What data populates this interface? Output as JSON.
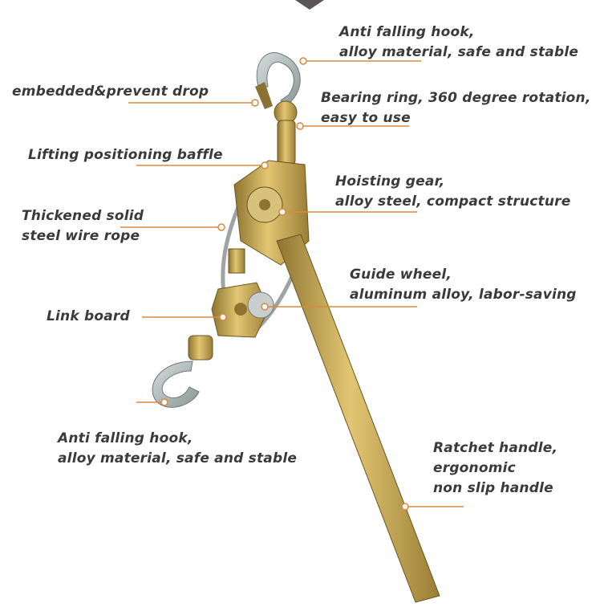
{
  "callouts": {
    "top_hook": {
      "line1": "Anti falling hook,",
      "line2": "alloy material, safe and stable"
    },
    "embedded": {
      "line1": "embedded&prevent drop"
    },
    "bearing_ring": {
      "line1": "Bearing ring, 360 degree rotation,",
      "line2": "easy to use"
    },
    "baffle": {
      "line1": "Lifting positioning baffle"
    },
    "hoisting_gear": {
      "line1": "Hoisting gear,",
      "line2": "alloy steel, compact structure"
    },
    "wire_rope": {
      "line1": "Thickened solid",
      "line2": "steel wire rope"
    },
    "guide_wheel": {
      "line1": "Guide wheel,",
      "line2": "aluminum alloy, labor-saving"
    },
    "link_board": {
      "line1": "Link board"
    },
    "bottom_hook": {
      "line1": "Anti falling hook,",
      "line2": "alloy material, safe and stable"
    },
    "ratchet_handle": {
      "line1": "Ratchet handle,",
      "line2": "ergonomic",
      "line3": "non slip handle"
    }
  },
  "colors": {
    "accent": "#d9893f",
    "text": "#3a3a3a",
    "steel": "#a9b4b3",
    "brass": "#c9a24a"
  }
}
